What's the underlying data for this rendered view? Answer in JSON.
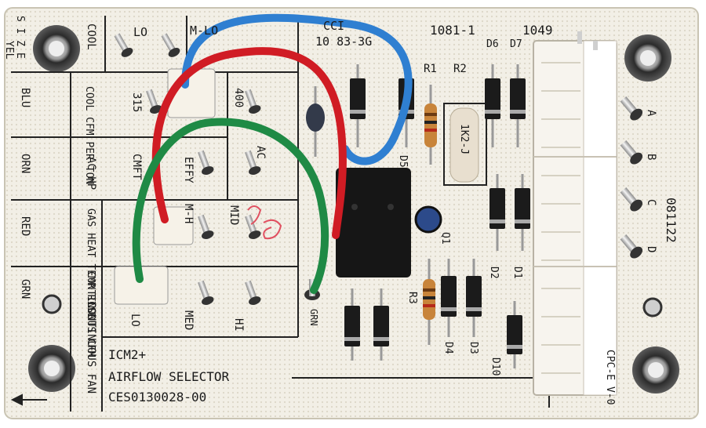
{
  "board": {
    "top_codes": [
      "1081-1",
      "1049"
    ],
    "part_fragment": "CCI",
    "part_number_fragment": "10 83-3G",
    "side_code": "081122",
    "wire_colors": {
      "blue": "#2f7fd1",
      "red": "#d01c24",
      "green": "#1f8a45"
    }
  },
  "left_column": {
    "rows": [
      {
        "color_code": "YEL",
        "setting": "COOL",
        "letters": "S I Z E"
      },
      {
        "color_code": "BLU",
        "setting": "COOL CFM PER TON"
      },
      {
        "color_code": "ORN",
        "setting": "AC HP"
      },
      {
        "color_code": "RED",
        "setting": "GAS HEAT TEMP RISE"
      },
      {
        "color_code": "GRN",
        "setting": "CONTINUOUS CFM"
      }
    ],
    "bottom_label": "CONTINUOUS FAN"
  },
  "grid_labels": {
    "lo_top": "LO",
    "mlo_top": "M-LO",
    "v315": "315",
    "v400": "400",
    "cmfp": "CMFT",
    "effy": "EFFY",
    "ac": "AC",
    "mh": "M-H",
    "mid": "MID",
    "lo": "LO",
    "med": "MED",
    "hi": "HI",
    "grn": "GRN"
  },
  "components": {
    "r1": "R1",
    "r2": "R2",
    "r2_value": "1K2-J",
    "r3": "R3",
    "q1": "Q1",
    "d1": "D1",
    "d2": "D2",
    "d3": "D3",
    "d4": "D4",
    "d5": "D5",
    "d6": "D6",
    "d7": "D7",
    "d10": "D10"
  },
  "terminals": [
    "A",
    "B",
    "C",
    "D"
  ],
  "connector_label": "CPC-E V-0",
  "title_block": {
    "line1": "ICM2+",
    "line2": "AIRFLOW SELECTOR",
    "line3": "CES0130028-00"
  }
}
